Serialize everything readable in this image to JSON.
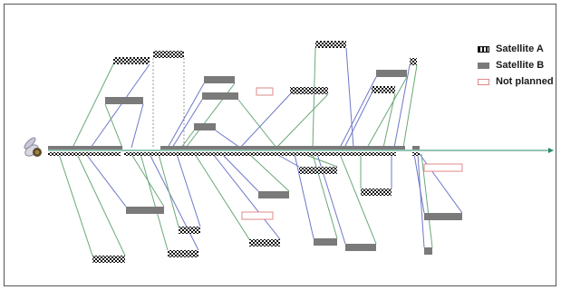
{
  "legend": {
    "satellite_a": "Satellite A",
    "satellite_b": "Satellite B",
    "not_planned": "Not planned"
  },
  "colors": {
    "satellite_a": "#111111",
    "satellite_b": "#7a7a7a",
    "not_planned": "#e08a8a",
    "link_blue": "#6e78c8",
    "link_green": "#6aa87a",
    "axis": "#2a8a6a"
  },
  "icons": {
    "satellite": "satellite-icon",
    "timeline_arrow": "arrow-right-icon"
  }
}
